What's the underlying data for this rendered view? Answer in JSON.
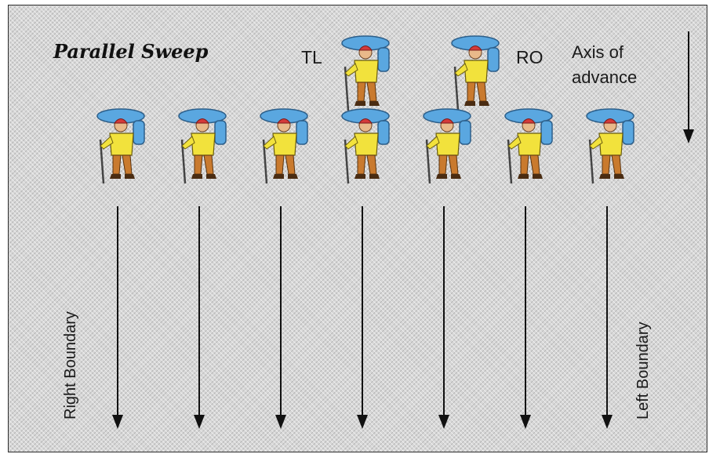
{
  "diagram": {
    "title": "Parallel Sweep",
    "leader_labels": {
      "team_leader": "TL",
      "radio_operator": "RO"
    },
    "axis_label": "Axis of advance",
    "boundaries": {
      "right": "Right Boundary",
      "left": "Left Boundary"
    },
    "icon": "hiker-icon",
    "searcher_count": 7,
    "colors": {
      "background": "#d7d7d7",
      "backpack": "#5aa7e0",
      "cap": "#d43a3a",
      "shirt": "#f2e23c",
      "legs": "#c97a2e",
      "arrow": "#111111"
    }
  }
}
